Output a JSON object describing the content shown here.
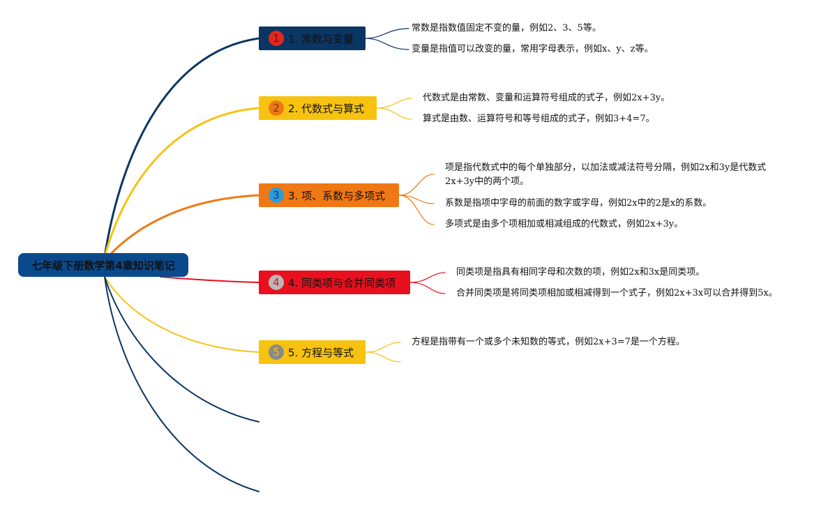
{
  "root": {
    "label": "七年级下册数学第4章知识笔记"
  },
  "colors": {
    "navy": "#0b3563",
    "yellow": "#f7c310",
    "orange": "#f07814",
    "red": "#e8101e",
    "root_bg": "#0a4a8c"
  },
  "topics": [
    {
      "number": "1",
      "label": "1. 常数与变量",
      "box_color": "#0b3563",
      "badge_color": "#e3261e",
      "badge_text_color": "#7a0e0a",
      "notes": [
        "常数是指数值固定不变的量，例如2、3、5等。",
        "变量是指值可以改变的量，常用字母表示，例如x、y、z等。"
      ]
    },
    {
      "number": "2",
      "label": "2. 代数式与算式",
      "box_color": "#f7c310",
      "badge_color": "#f07814",
      "badge_text_color": "#7a3a00",
      "notes": [
        "代数式是由常数、变量和运算符号组成的式子，例如2x+3y。",
        "算式是由数、运算符号和等号组成的式子，例如3+4=7。"
      ]
    },
    {
      "number": "3",
      "label": "3. 项、系数与多项式",
      "box_color": "#f07814",
      "badge_color": "#2e9ad8",
      "badge_text_color": "#0f4470",
      "notes": [
        "项是指代数式中的每个单独部分，以加法或减法符号分隔，例如2x和3y是代数式2x+3y中的两个项。",
        "系数是指项中字母的前面的数字或字母，例如2x中的2是x的系数。",
        "多项式是由多个项相加或相减组成的代数式，例如2x+3y。"
      ]
    },
    {
      "number": "4",
      "label": "4. 同类项与合并同类项",
      "box_color": "#e8101e",
      "badge_color": "#b8b8b8",
      "badge_text_color": "#e8101e",
      "notes": [
        "同类项是指具有相同字母和次数的项，例如2x和3x是同类项。",
        "合并同类项是将同类项相加或相减得到一个式子，例如2x+3x可以合并得到5x。"
      ]
    },
    {
      "number": "5",
      "label": "5. 方程与等式",
      "box_color": "#f7c310",
      "badge_color": "#8a8a8a",
      "badge_text_color": "#f7c310",
      "notes": [
        "方程是指带有一个或多个未知数的等式，例如2x+3=7是一个方程。"
      ]
    }
  ]
}
